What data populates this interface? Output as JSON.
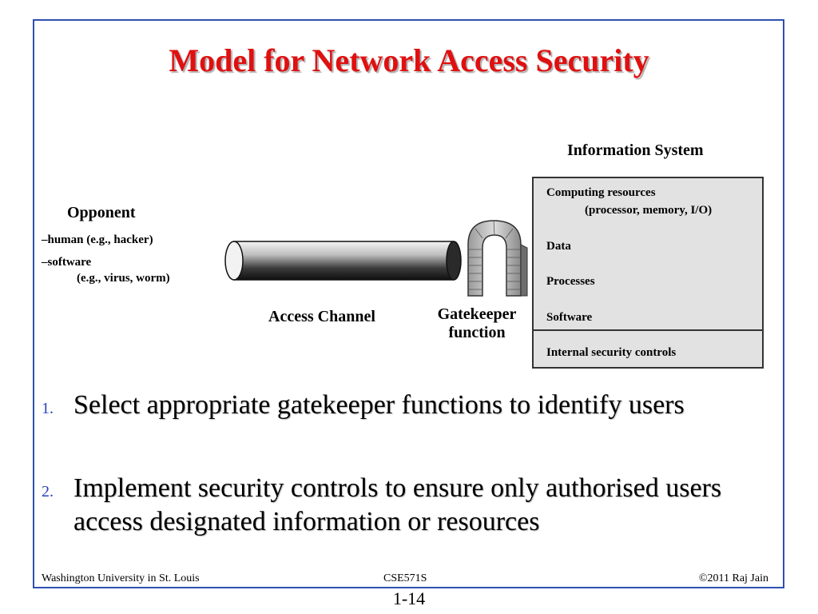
{
  "title": "Model for Network Access Security",
  "opponent": {
    "heading": "Opponent",
    "items": [
      "–human (e.g., hacker)",
      "–software",
      "(e.g., virus, worm)"
    ]
  },
  "diagram": {
    "channel_label": "Access Channel",
    "gatekeeper_label_line1": "Gatekeeper",
    "gatekeeper_label_line2": "function"
  },
  "information_system": {
    "heading": "Information System",
    "items": [
      "Computing resources",
      "(processor, memory, I/O)",
      "Data",
      "Processes",
      "Software"
    ],
    "footer_item": "Internal security controls"
  },
  "bullets": [
    {
      "number": "1.",
      "text": "Select appropriate gatekeeper functions to identify users"
    },
    {
      "number": "2.",
      "text": "Implement security controls to ensure only authorised users access designated information or resources"
    }
  ],
  "footer": {
    "left": "Washington University in St. Louis",
    "center": "CSE571S",
    "right": "©2011 Raj Jain"
  },
  "page_number": "1-14",
  "colors": {
    "title": "#e01010",
    "frame": "#2f50b0",
    "bullet_number": "#2a40c0",
    "info_box_fill": "#e2e2e2"
  }
}
